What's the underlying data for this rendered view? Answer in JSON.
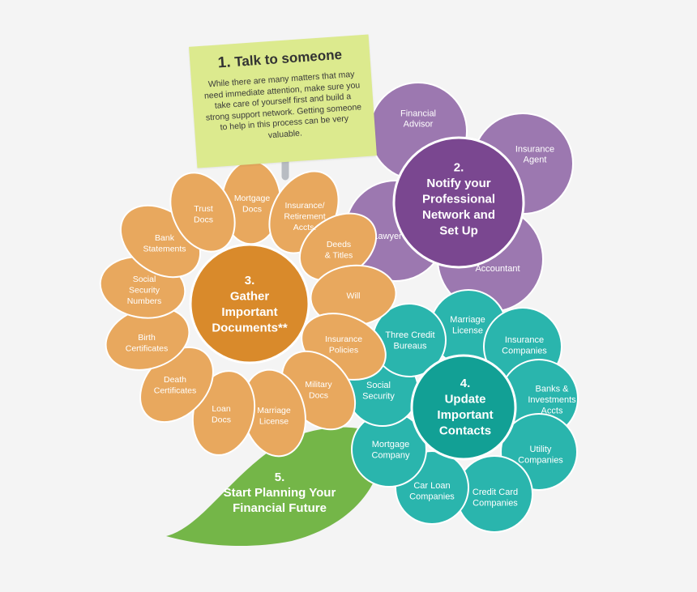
{
  "step1": {
    "number": "1.",
    "title": "Talk to someone",
    "body": "While there are many matters that may need immediate attention, make sure you take care of yourself first and build a strong support network. Getting someone to help in this process can be very valuable."
  },
  "step2": {
    "center": [
      "2.",
      "Notify your",
      "Professional",
      "Network and",
      "Set Up"
    ],
    "petals": [
      {
        "id": "financial-advisor",
        "lines": [
          "Financial",
          "Advisor"
        ]
      },
      {
        "id": "insurance-agent",
        "lines": [
          "Insurance",
          "Agent"
        ]
      },
      {
        "id": "lawyer",
        "lines": [
          "Lawyer"
        ]
      },
      {
        "id": "accountant",
        "lines": [
          "Accountant"
        ]
      }
    ]
  },
  "step3": {
    "center": [
      "3.",
      "Gather",
      "Important",
      "Documents**"
    ],
    "petals": [
      {
        "id": "mortgage-docs",
        "lines": [
          "Mortgage",
          "Docs"
        ]
      },
      {
        "id": "insurance-retirement-accts",
        "lines": [
          "Insurance/",
          "Retirement",
          "Accts."
        ]
      },
      {
        "id": "deeds-titles",
        "lines": [
          "Deeds",
          "& Titles"
        ]
      },
      {
        "id": "will",
        "lines": [
          "Will"
        ]
      },
      {
        "id": "insurance-policies",
        "lines": [
          "Insurance",
          "Policies"
        ]
      },
      {
        "id": "military-docs",
        "lines": [
          "Military",
          "Docs"
        ]
      },
      {
        "id": "marriage-license",
        "lines": [
          "Marriage",
          "License"
        ]
      },
      {
        "id": "loan-docs",
        "lines": [
          "Loan",
          "Docs"
        ]
      },
      {
        "id": "death-certificates",
        "lines": [
          "Death",
          "Certificates"
        ]
      },
      {
        "id": "birth-certificates",
        "lines": [
          "Birth",
          "Certificates"
        ]
      },
      {
        "id": "social-security-numbers",
        "lines": [
          "Social",
          "Security",
          "Numbers"
        ]
      },
      {
        "id": "bank-statements",
        "lines": [
          "Bank",
          "Statements"
        ]
      },
      {
        "id": "trust-docs",
        "lines": [
          "Trust",
          "Docs"
        ]
      }
    ]
  },
  "step4": {
    "center": [
      "4.",
      "Update",
      "Important",
      "Contacts"
    ],
    "petals": [
      {
        "id": "marriage-license",
        "lines": [
          "Marriage",
          "License"
        ]
      },
      {
        "id": "insurance-companies",
        "lines": [
          "Insurance",
          "Companies"
        ]
      },
      {
        "id": "banks-investments-accts",
        "lines": [
          "Banks &",
          "Investments",
          "Accts"
        ]
      },
      {
        "id": "utility-companies",
        "lines": [
          "Utility",
          "Companies"
        ]
      },
      {
        "id": "credit-card-companies",
        "lines": [
          "Credit Card",
          "Companies"
        ]
      },
      {
        "id": "car-loan-companies",
        "lines": [
          "Car Loan",
          "Companies"
        ]
      },
      {
        "id": "mortgage-company",
        "lines": [
          "Mortgage",
          "Company"
        ]
      },
      {
        "id": "social-security",
        "lines": [
          "Social",
          "Security"
        ]
      },
      {
        "id": "three-credit-bureaus",
        "lines": [
          "Three Credit",
          "Bureaus"
        ]
      }
    ]
  },
  "step5": {
    "lines": [
      "5.",
      "Start Planning Your",
      "Financial Future"
    ]
  },
  "colors": {
    "orange_petal": "#e8a85e",
    "orange_center": "#d98a2b",
    "purple_petal": "#9c78b0",
    "purple_center": "#7a4790",
    "teal_petal": "#2ab5ad",
    "teal_center": "#12a095",
    "green_leaf": "#74b648",
    "note": "#dcea8e",
    "arrow": "#b8bcc2"
  }
}
